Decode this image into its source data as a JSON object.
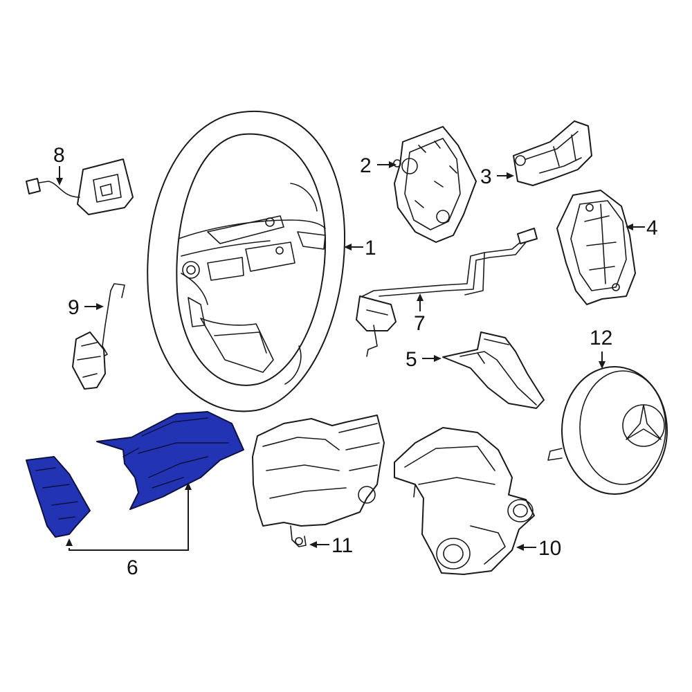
{
  "diagram": {
    "highlight_color": "#2233b3",
    "line_color": "#1a1a1a",
    "background_color": "#ffffff",
    "callouts": [
      {
        "id": "1",
        "label": "1"
      },
      {
        "id": "2",
        "label": "2"
      },
      {
        "id": "3",
        "label": "3"
      },
      {
        "id": "4",
        "label": "4"
      },
      {
        "id": "5",
        "label": "5"
      },
      {
        "id": "6",
        "label": "6"
      },
      {
        "id": "7",
        "label": "7"
      },
      {
        "id": "8",
        "label": "8"
      },
      {
        "id": "9",
        "label": "9"
      },
      {
        "id": "10",
        "label": "10"
      },
      {
        "id": "11",
        "label": "11"
      },
      {
        "id": "12",
        "label": "12"
      }
    ],
    "highlighted_part": "6",
    "emblem_icon": "three-pointed-star-icon"
  }
}
